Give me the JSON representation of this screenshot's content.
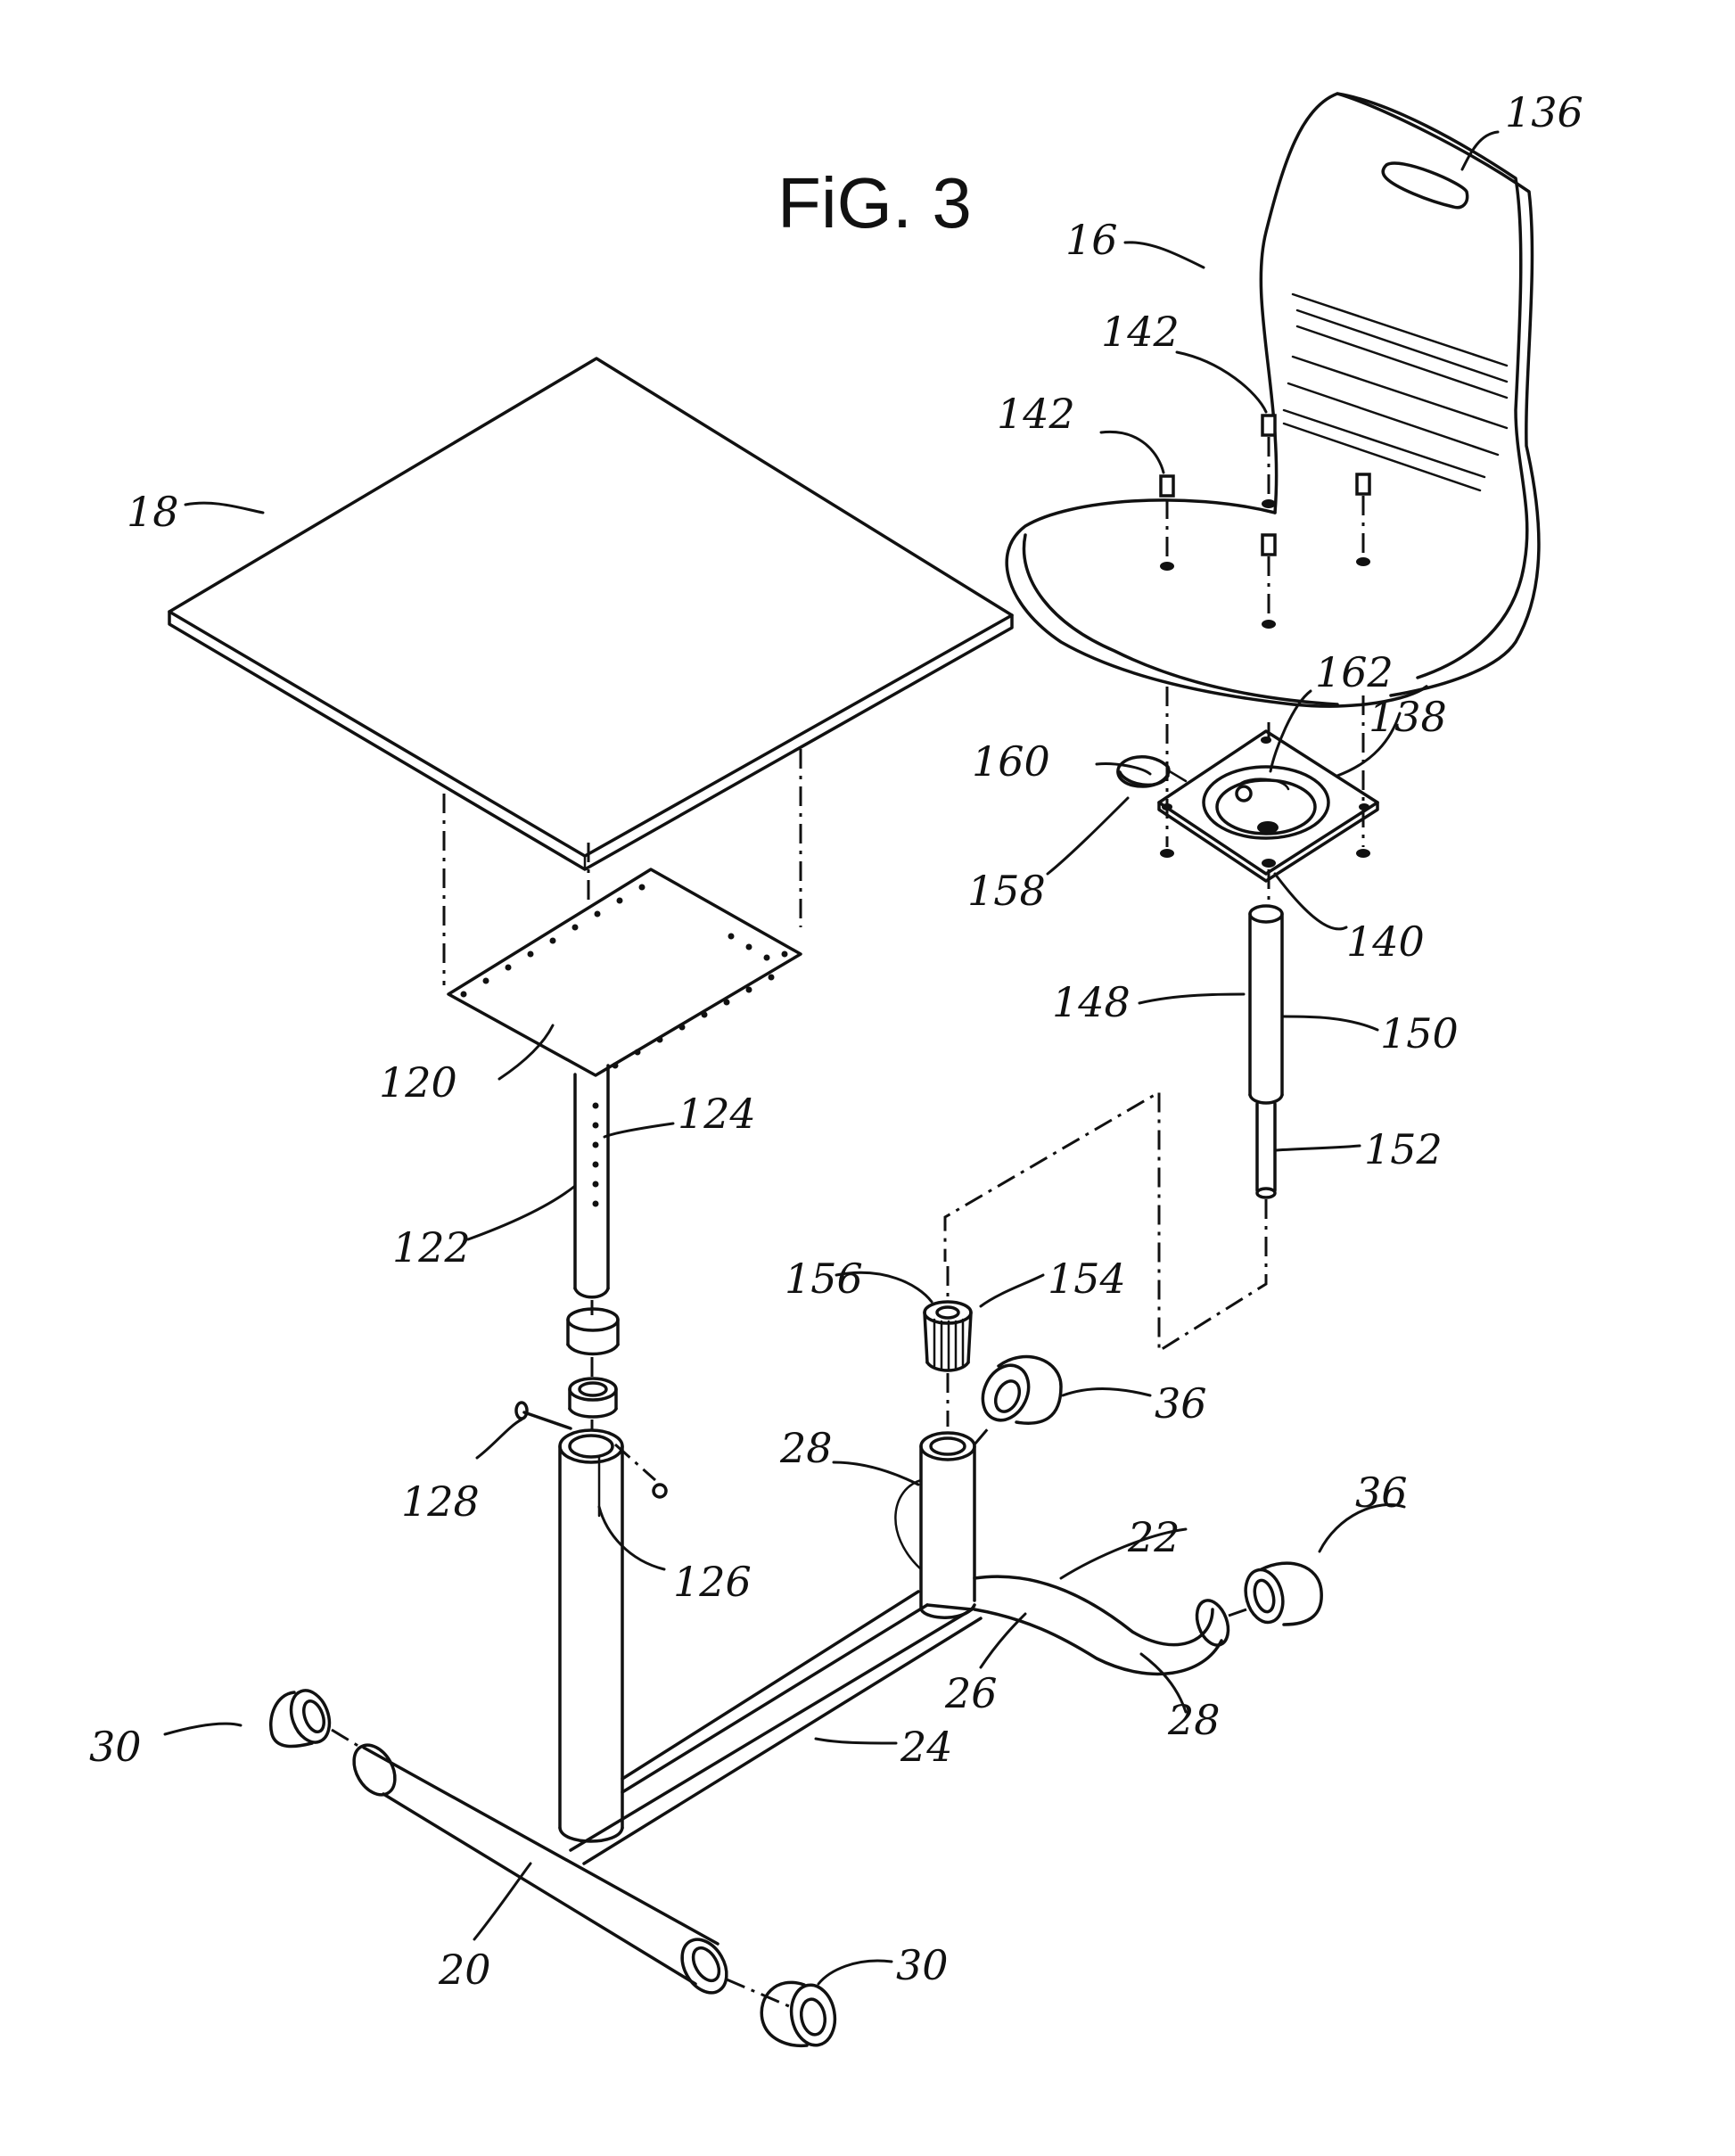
{
  "figure": {
    "title": "FiG. 3",
    "labels": {
      "l136": "136",
      "l16": "16",
      "l142a": "142",
      "l142b": "142",
      "l18": "18",
      "l162": "162",
      "l138": "138",
      "l160": "160",
      "l158": "158",
      "l140": "140",
      "l148": "148",
      "l150": "150",
      "l120": "120",
      "l124": "124",
      "l152": "152",
      "l122": "122",
      "l156": "156",
      "l154": "154",
      "l36a": "36",
      "l28a": "28",
      "l128": "128",
      "l36b": "36",
      "l126": "126",
      "l22": "22",
      "l26": "26",
      "l28b": "28",
      "l30a": "30",
      "l24": "24",
      "l20": "20",
      "l30b": "30"
    }
  }
}
